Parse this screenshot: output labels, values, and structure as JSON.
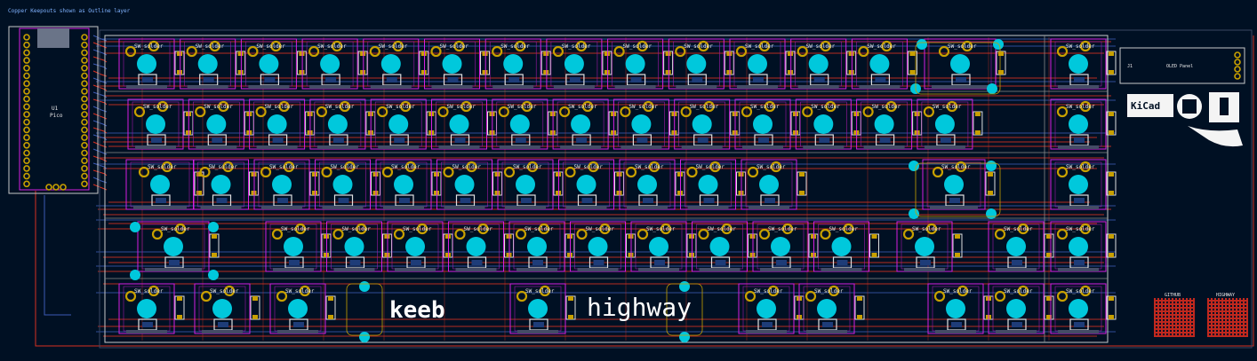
{
  "window": {
    "status_text": "Copper Keepouts shown as Outline layer"
  },
  "switch_label": "SW_solder",
  "mcu": {
    "ref": "U1",
    "value": "Pico"
  },
  "oled": {
    "value": "OLED Panel",
    "ref": "J1"
  },
  "logos": {
    "kicad": "KiCad",
    "keeb": "keeb",
    "highway": "highway"
  },
  "qr": {
    "github_label": "GITHUB",
    "highway_label": "HIGHWAY"
  },
  "colors": {
    "background": "#001023",
    "board_outline": "#c8c8c8",
    "footprint": "#d61ee0",
    "pad": "#c8a000",
    "drill": "#00c8dc",
    "track_red": "#d83020",
    "track_blue": "#3c5ab4",
    "qr_red": "#c0281e"
  },
  "icons": [
    "kicad-logo-icon",
    "oshw-logo-icon",
    "flipped-logo-icon"
  ]
}
